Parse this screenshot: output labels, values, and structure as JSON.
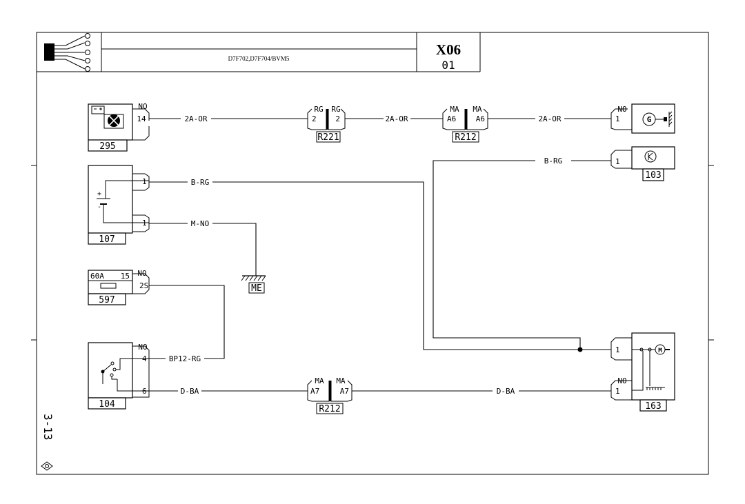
{
  "header": {
    "subtitle": "D7F702,D7F704/BVM5",
    "sheet_code": "X06",
    "sheet_number": "01"
  },
  "page_ref": "3-13",
  "components": {
    "c295": "295",
    "c107": "107",
    "c597": "597",
    "c104": "104",
    "c103": "103",
    "c163": "163",
    "fuse_rating": "60A",
    "fuse_pin": "15"
  },
  "connectors": {
    "r221": "R221",
    "r212_top": "R212",
    "r212_bottom": "R212"
  },
  "ground": "ME",
  "pins": {
    "p295": "14",
    "no_295": "NO",
    "rg_left": "RG",
    "rg_right": "RG",
    "r221_l": "2",
    "r221_r": "2",
    "ma_top_l": "MA",
    "ma_top_r": "MA",
    "a6_l": "A6",
    "a6_r": "A6",
    "no_gen": "NO",
    "gen_pin": "1",
    "p103": "1",
    "p107_1": "1",
    "p107_2": "1",
    "p597": "2S",
    "no_597": "NO",
    "no_104": "NO",
    "p104_4": "4",
    "p104_6": "6",
    "ma_bot_l": "MA",
    "ma_bot_r": "MA",
    "a7_l": "A7",
    "a7_r": "A7",
    "p163_1": "1",
    "no_163": "NO",
    "p163_2": "1"
  },
  "wires": {
    "w1": "2A-OR",
    "w2": "2A-OR",
    "w3": "2A-OR",
    "w4": "B-RG",
    "w5": "B-RG",
    "w6": "M-NO",
    "w7": "BP12-RG",
    "w8": "D-BA",
    "w9": "D-BA"
  }
}
